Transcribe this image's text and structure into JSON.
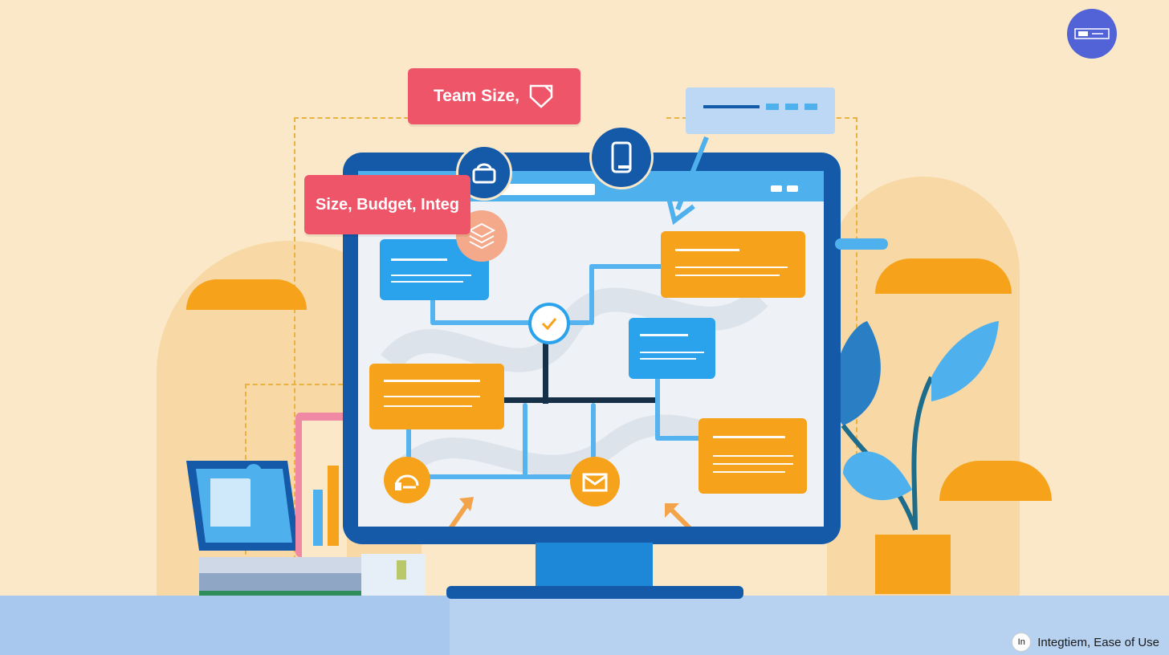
{
  "tags": {
    "team_size": "Team Size,",
    "size_budget": "Size, Budget, Integ"
  },
  "footer": {
    "badge": "In",
    "caption": "Integtiem, Ease of Use"
  },
  "icons": {
    "top_right": "toggle-icon",
    "lock": "lock-icon",
    "tablet": "tablet-icon",
    "layers": "layers-icon",
    "check": "check-icon",
    "headset": "headset-icon",
    "mail": "mail-icon"
  },
  "colors": {
    "background": "#fbe8c8",
    "tag_red": "#ef5568",
    "monitor_navy": "#145aa8",
    "card_blue": "#2aa3ec",
    "card_orange": "#f6a21a",
    "ground": "#a9c8ee"
  }
}
